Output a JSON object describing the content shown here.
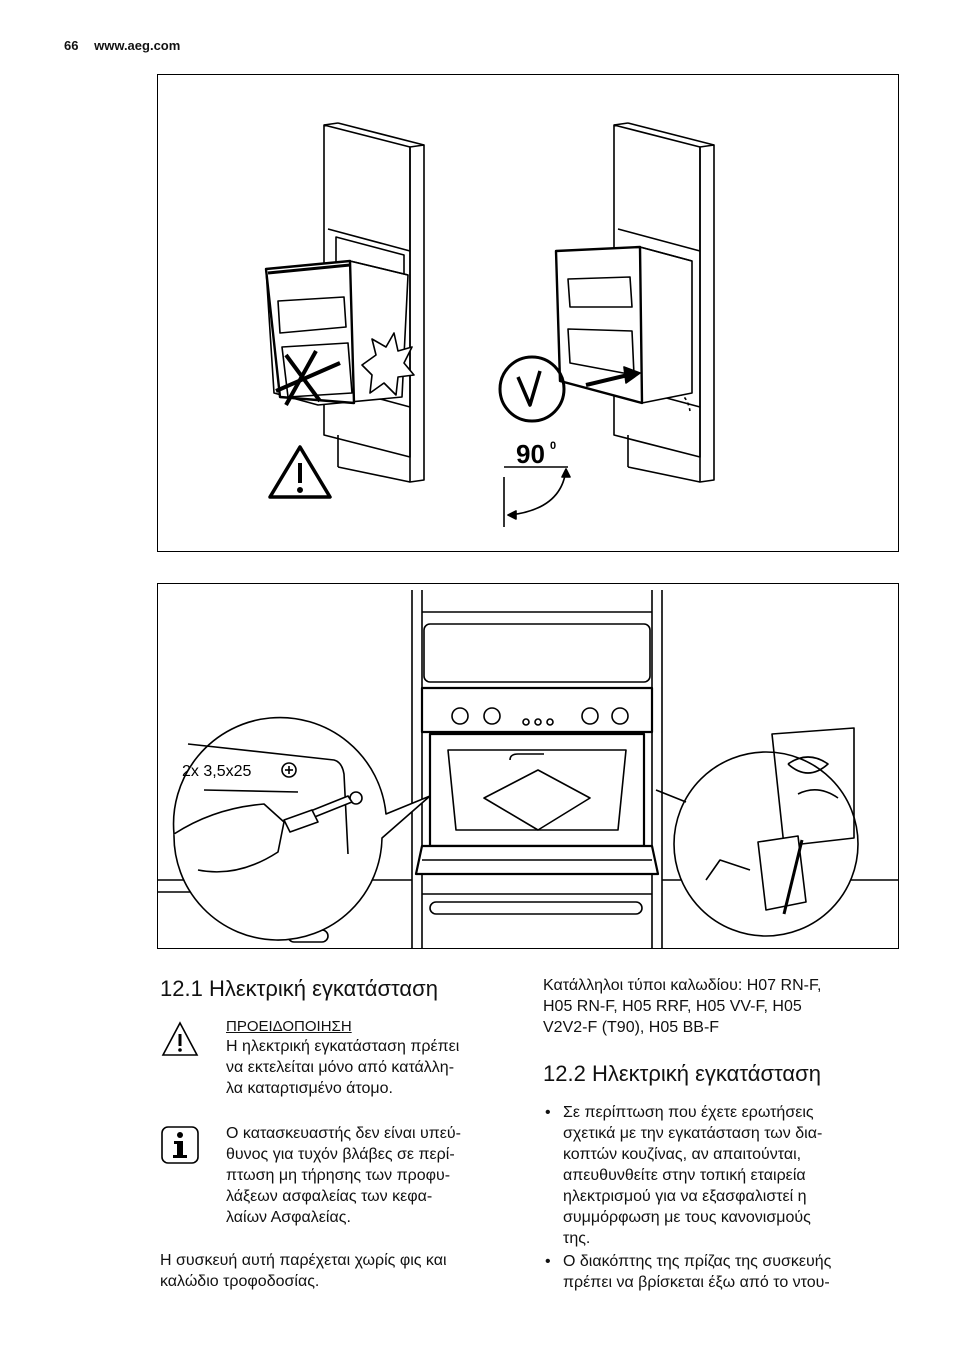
{
  "header": {
    "page_number": "66",
    "site": "www.aeg.com"
  },
  "figure1": {
    "angle_label": "90",
    "angle_sup": "0"
  },
  "figure2": {
    "screw_label": "2x 3,5x25"
  },
  "section_12_1": {
    "number": "12.1",
    "title": "Ηλεκτρική εγκατάσταση",
    "warning": {
      "title": "ΠΡΟΕΙΔΟΠΟΙΗΣΗ",
      "lines": [
        "Η ηλεκτρική εγκατάσταση πρέπει",
        "να εκτελείται μόνο από κατάλλη-",
        "λα καταρτισμένο άτομο."
      ]
    },
    "info": {
      "lines": [
        "Ο κατασκευαστής δεν είναι υπεύ-",
        "θυνος για τυχόν βλάβες σε περί-",
        "πτωση μη τήρησης των προφυ-",
        "λάξεων ασφαλείας των κεφα-",
        "λαίων Ασφαλείας."
      ]
    },
    "paragraph": [
      "Η συσκευή αυτή παρέχεται χωρίς φις και",
      "καλώδιο τροφοδοσίας."
    ]
  },
  "right_column": {
    "cables": [
      "Κατάλληλοι τύποι καλωδίου: H07 RN-F,",
      "H05 RN-F, H05 RRF, H05 VV-F, H05",
      "V2V2-F (T90), H05 BB-F"
    ]
  },
  "section_12_2": {
    "number": "12.2",
    "title": "Ηλεκτρική εγκατάσταση",
    "bullets": [
      [
        "Σε περίπτωση που έχετε ερωτήσεις",
        "σχετικά με την εγκατάσταση των δια-",
        "κοπτών κουζίνας, αν απαιτούνται,",
        "απευθυνθείτε στην τοπική εταιρεία",
        "ηλεκτρισμού για να εξασφαλιστεί η",
        "συμμόρφωση με τους κανονισμούς",
        "της."
      ],
      [
        "Ο διακόπτης της πρίζας της συσκευής",
        "πρέπει να βρίσκεται έξω από το ντου-"
      ]
    ]
  }
}
